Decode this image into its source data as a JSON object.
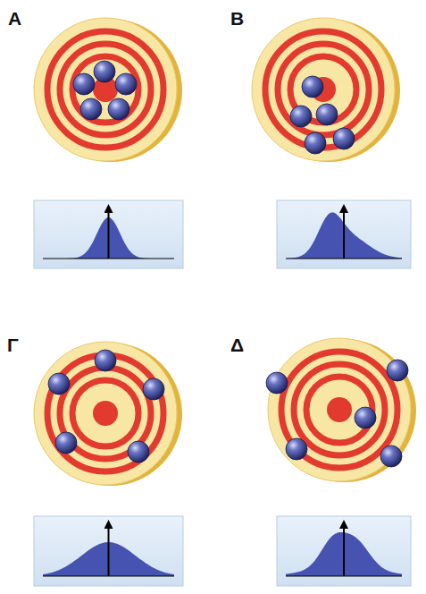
{
  "diagram": {
    "labels": [
      "Α",
      "Β",
      "Γ",
      "Δ"
    ]
  }
}
